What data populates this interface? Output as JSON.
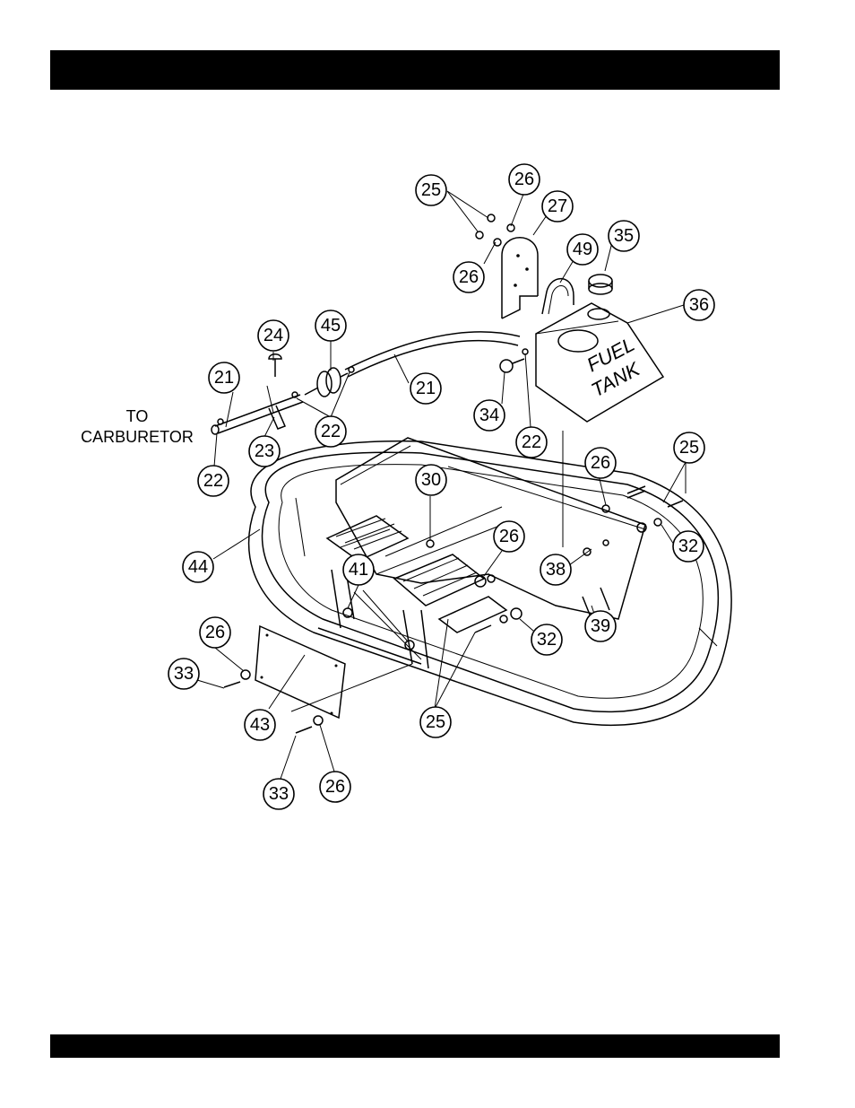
{
  "labels": {
    "carburetor_line1": "TO",
    "carburetor_line2": "CARBURETOR",
    "tank_line1": "FUEL",
    "tank_line2": "TANK"
  },
  "callouts": [
    "25",
    "26",
    "27",
    "26",
    "49",
    "35",
    "36",
    "24",
    "45",
    "21",
    "21",
    "34",
    "22",
    "23",
    "22",
    "22",
    "26",
    "25",
    "30",
    "26",
    "32",
    "44",
    "41",
    "38",
    "39",
    "32",
    "26",
    "33",
    "43",
    "25",
    "33",
    "26"
  ]
}
